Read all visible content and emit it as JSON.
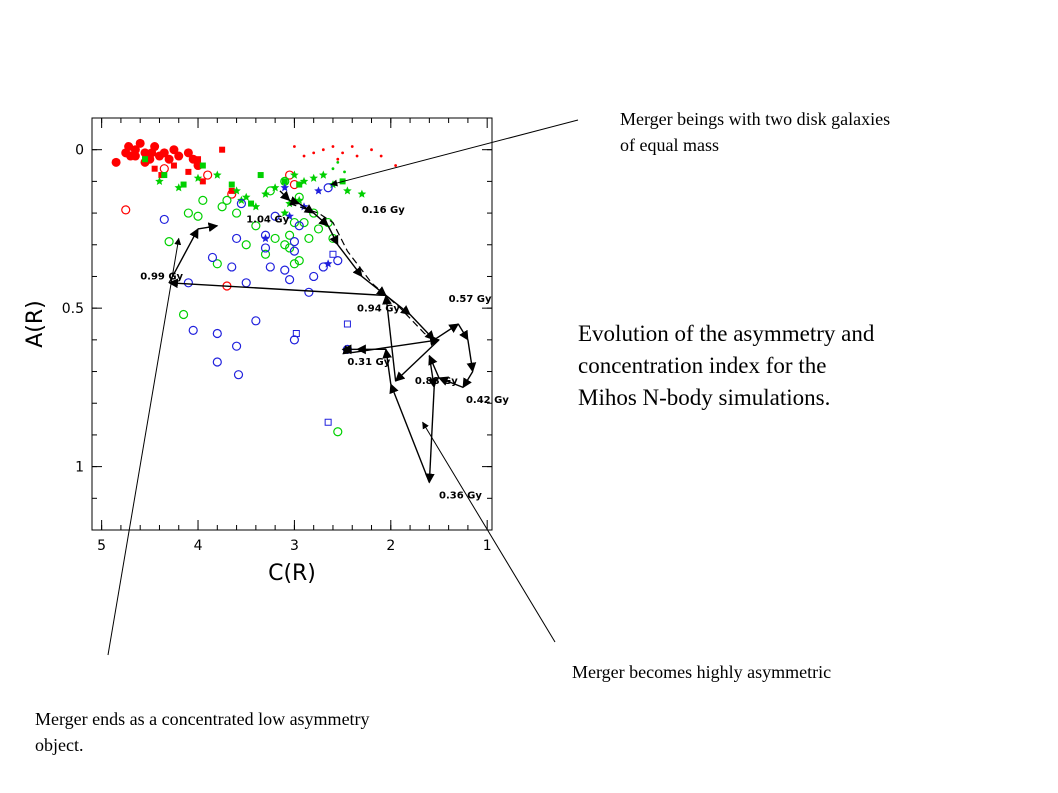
{
  "annotations": {
    "start_line1": "Merger beings with two disk galaxies",
    "start_line2": "of equal mass",
    "evolution_line1": "Evolution of the asymmetry and",
    "evolution_line2": "concentration index for the",
    "evolution_line3": "Mihos N-body simulations.",
    "asym": "Merger becomes highly asymmetric",
    "end_line1": "Merger ends as a concentrated low asymmetry",
    "end_line2": "object."
  },
  "chart_data": {
    "type": "scatter",
    "title": "",
    "xlabel": "C(R)",
    "ylabel": "A(R)",
    "xlim": [
      5.1,
      0.95
    ],
    "ylim": [
      1.2,
      -0.1
    ],
    "x_reversed": true,
    "y_reversed": true,
    "xticks": [
      5,
      4,
      3,
      2,
      1
    ],
    "yticks": [
      0,
      0.5,
      1
    ],
    "ytick_labels": [
      "0",
      "0.5",
      "1"
    ],
    "grid": false,
    "colors": {
      "red": "#ff0000",
      "green": "#00d000",
      "blue": "#2020dd",
      "black": "#000000"
    },
    "series": [
      {
        "marker": "filled-circle",
        "color": "red",
        "points": [
          [
            4.85,
            0.04
          ],
          [
            4.75,
            0.01
          ],
          [
            4.72,
            -0.01
          ],
          [
            4.65,
            0.02
          ],
          [
            4.6,
            -0.02
          ],
          [
            4.55,
            0.01
          ],
          [
            4.5,
            0.03
          ],
          [
            4.45,
            -0.01
          ],
          [
            4.4,
            0.02
          ],
          [
            4.35,
            0.01
          ],
          [
            4.3,
            0.03
          ],
          [
            4.25,
            0.0
          ],
          [
            4.2,
            0.02
          ],
          [
            4.1,
            0.01
          ],
          [
            4.05,
            0.03
          ],
          [
            4.0,
            0.05
          ],
          [
            4.65,
            0.0
          ],
          [
            4.55,
            0.04
          ],
          [
            4.7,
            0.02
          ],
          [
            4.48,
            0.01
          ]
        ]
      },
      {
        "marker": "filled-square",
        "color": "red",
        "points": [
          [
            4.45,
            0.06
          ],
          [
            4.38,
            0.08
          ],
          [
            4.25,
            0.05
          ],
          [
            4.0,
            0.03
          ],
          [
            3.95,
            0.1
          ],
          [
            3.75,
            0.0
          ],
          [
            3.65,
            0.13
          ],
          [
            4.1,
            0.07
          ]
        ]
      },
      {
        "marker": "dot",
        "color": "red",
        "points": [
          [
            3.0,
            -0.01
          ],
          [
            2.9,
            0.02
          ],
          [
            2.8,
            0.01
          ],
          [
            2.7,
            0.0
          ],
          [
            2.6,
            -0.01
          ],
          [
            2.5,
            0.01
          ],
          [
            2.4,
            -0.01
          ],
          [
            2.35,
            0.02
          ],
          [
            2.2,
            0.0
          ],
          [
            2.1,
            0.02
          ],
          [
            1.95,
            0.05
          ],
          [
            2.55,
            0.03
          ]
        ]
      },
      {
        "marker": "open-circle",
        "color": "red",
        "points": [
          [
            4.75,
            0.19
          ],
          [
            4.35,
            0.06
          ],
          [
            3.9,
            0.08
          ],
          [
            3.65,
            0.14
          ],
          [
            3.7,
            0.43
          ],
          [
            3.0,
            0.11
          ],
          [
            3.05,
            0.08
          ]
        ]
      },
      {
        "marker": "filled-square",
        "color": "green",
        "points": [
          [
            4.55,
            0.03
          ],
          [
            4.35,
            0.08
          ],
          [
            4.15,
            0.11
          ],
          [
            3.95,
            0.05
          ],
          [
            3.65,
            0.11
          ],
          [
            3.35,
            0.08
          ],
          [
            3.1,
            0.1
          ],
          [
            2.95,
            0.11
          ],
          [
            2.5,
            0.1
          ],
          [
            3.45,
            0.17
          ]
        ]
      },
      {
        "marker": "star",
        "color": "green",
        "points": [
          [
            4.4,
            0.1
          ],
          [
            4.2,
            0.12
          ],
          [
            4.0,
            0.09
          ],
          [
            3.8,
            0.08
          ],
          [
            3.6,
            0.13
          ],
          [
            3.5,
            0.15
          ],
          [
            3.4,
            0.18
          ],
          [
            3.3,
            0.14
          ],
          [
            3.2,
            0.12
          ],
          [
            3.0,
            0.08
          ],
          [
            2.9,
            0.1
          ],
          [
            2.8,
            0.09
          ],
          [
            2.7,
            0.08
          ],
          [
            2.6,
            0.11
          ],
          [
            2.45,
            0.13
          ],
          [
            2.3,
            0.14
          ],
          [
            3.05,
            0.17
          ],
          [
            2.95,
            0.16
          ],
          [
            3.1,
            0.2
          ],
          [
            3.55,
            0.16
          ]
        ]
      },
      {
        "marker": "dot",
        "color": "green",
        "points": [
          [
            2.55,
            0.04
          ],
          [
            2.48,
            0.07
          ],
          [
            2.6,
            0.06
          ]
        ]
      },
      {
        "marker": "open-circle",
        "color": "green",
        "points": [
          [
            4.3,
            0.29
          ],
          [
            4.1,
            0.2
          ],
          [
            4.0,
            0.21
          ],
          [
            3.95,
            0.16
          ],
          [
            3.8,
            0.36
          ],
          [
            3.75,
            0.18
          ],
          [
            3.7,
            0.16
          ],
          [
            3.6,
            0.2
          ],
          [
            3.5,
            0.3
          ],
          [
            3.4,
            0.24
          ],
          [
            3.3,
            0.33
          ],
          [
            3.2,
            0.28
          ],
          [
            3.1,
            0.3
          ],
          [
            3.05,
            0.27
          ],
          [
            3.0,
            0.36
          ],
          [
            2.95,
            0.35
          ],
          [
            2.9,
            0.23
          ],
          [
            2.85,
            0.28
          ],
          [
            2.75,
            0.25
          ],
          [
            2.65,
            0.23
          ],
          [
            2.6,
            0.28
          ],
          [
            2.55,
            0.89
          ],
          [
            2.95,
            0.15
          ],
          [
            3.1,
            0.1
          ],
          [
            3.25,
            0.13
          ],
          [
            3.0,
            0.23
          ],
          [
            2.8,
            0.2
          ],
          [
            4.15,
            0.52
          ],
          [
            3.05,
            0.31
          ]
        ]
      },
      {
        "marker": "open-circle",
        "color": "blue",
        "points": [
          [
            4.35,
            0.22
          ],
          [
            4.1,
            0.42
          ],
          [
            4.05,
            0.57
          ],
          [
            3.85,
            0.34
          ],
          [
            3.8,
            0.58
          ],
          [
            3.8,
            0.67
          ],
          [
            3.65,
            0.37
          ],
          [
            3.6,
            0.28
          ],
          [
            3.6,
            0.62
          ],
          [
            3.58,
            0.71
          ],
          [
            3.5,
            0.42
          ],
          [
            3.4,
            0.54
          ],
          [
            3.3,
            0.31
          ],
          [
            3.25,
            0.37
          ],
          [
            3.1,
            0.38
          ],
          [
            3.05,
            0.41
          ],
          [
            3.0,
            0.29
          ],
          [
            3.0,
            0.6
          ],
          [
            2.85,
            0.45
          ],
          [
            2.8,
            0.4
          ],
          [
            2.7,
            0.37
          ],
          [
            2.55,
            0.35
          ],
          [
            2.45,
            0.63
          ],
          [
            3.0,
            0.32
          ],
          [
            2.95,
            0.24
          ],
          [
            3.3,
            0.27
          ],
          [
            3.55,
            0.17
          ],
          [
            2.65,
            0.12
          ],
          [
            3.2,
            0.21
          ]
        ]
      },
      {
        "marker": "open-square",
        "color": "blue",
        "points": [
          [
            2.98,
            0.58
          ],
          [
            2.6,
            0.33
          ],
          [
            2.45,
            0.55
          ],
          [
            2.65,
            0.86
          ]
        ]
      },
      {
        "marker": "star",
        "color": "blue",
        "points": [
          [
            3.3,
            0.28
          ],
          [
            3.05,
            0.21
          ],
          [
            2.75,
            0.13
          ],
          [
            2.9,
            0.18
          ],
          [
            2.65,
            0.36
          ],
          [
            3.1,
            0.12
          ]
        ]
      }
    ],
    "track": {
      "color": "black",
      "points": [
        [
          3.15,
          0.13
        ],
        [
          3.05,
          0.16
        ],
        [
          2.95,
          0.17
        ],
        [
          2.8,
          0.2
        ],
        [
          2.65,
          0.24
        ],
        [
          2.55,
          0.3
        ],
        [
          2.3,
          0.4
        ],
        [
          2.05,
          0.46
        ],
        [
          1.8,
          0.52
        ],
        [
          1.55,
          0.6
        ],
        [
          1.3,
          0.55
        ],
        [
          1.2,
          0.6
        ],
        [
          1.15,
          0.7
        ],
        [
          1.25,
          0.75
        ],
        [
          1.5,
          0.72
        ],
        [
          1.6,
          0.65
        ],
        [
          1.55,
          0.75
        ],
        [
          1.6,
          1.05
        ],
        [
          2.0,
          0.74
        ],
        [
          2.05,
          0.63
        ],
        [
          2.35,
          0.63
        ],
        [
          2.5,
          0.63
        ],
        [
          2.4,
          0.64
        ],
        [
          1.5,
          0.6
        ],
        [
          1.95,
          0.73
        ],
        [
          2.05,
          0.46
        ],
        [
          4.3,
          0.42
        ],
        [
          4.3,
          0.42
        ],
        [
          4.0,
          0.25
        ],
        [
          3.8,
          0.24
        ]
      ],
      "dashed_points": [
        [
          3.05,
          0.17
        ],
        [
          2.75,
          0.2
        ],
        [
          2.6,
          0.23
        ],
        [
          2.45,
          0.32
        ],
        [
          2.2,
          0.42
        ],
        [
          1.9,
          0.5
        ],
        [
          1.65,
          0.58
        ],
        [
          1.5,
          0.6
        ]
      ],
      "labels": [
        {
          "text": "0.16 Gy",
          "x": 2.3,
          "y": 0.2
        },
        {
          "text": "1.04 Gy",
          "x": 3.5,
          "y": 0.23
        },
        {
          "text": "0.99 Gy",
          "x": 4.6,
          "y": 0.41
        },
        {
          "text": "0.94 Gy",
          "x": 2.35,
          "y": 0.51
        },
        {
          "text": "0.57 Gy",
          "x": 1.4,
          "y": 0.48
        },
        {
          "text": "0.31 Gy",
          "x": 2.45,
          "y": 0.68
        },
        {
          "text": "0.88 Gy",
          "x": 1.75,
          "y": 0.74
        },
        {
          "text": "0.42 Gy",
          "x": 1.22,
          "y": 0.8
        },
        {
          "text": "0.36 Gy",
          "x": 1.5,
          "y": 1.1
        }
      ]
    }
  }
}
